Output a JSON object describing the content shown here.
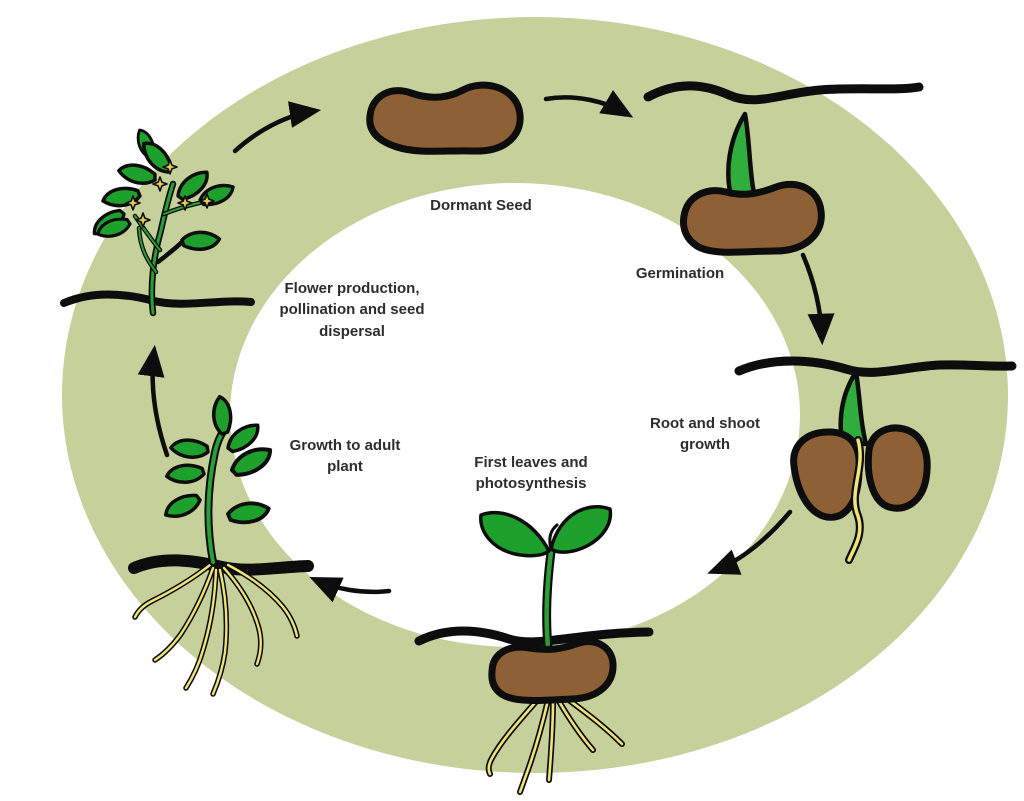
{
  "stages": [
    {
      "id": "dormant-seed",
      "label": "Dormant Seed"
    },
    {
      "id": "germination",
      "label": "Germination"
    },
    {
      "id": "root-shoot",
      "label": "Root and shoot growth"
    },
    {
      "id": "first-leaves",
      "label": "First leaves and photosynthesis"
    },
    {
      "id": "adult-plant",
      "label": "Growth to adult plant"
    },
    {
      "id": "flower",
      "label": "Flower production, pollination and seed dispersal"
    }
  ],
  "colors": {
    "background": "#ffffff",
    "ring_green": "#c5d09b",
    "seed_brown": "#8e6036",
    "shoot_green": "#2fae3e",
    "stem_green": "#2b9e35",
    "leaf_green": "#1ea12c",
    "root_yellow": "#efe37a",
    "flower_yellow": "#e7c94e",
    "outline_black": "#0d0d0d",
    "label_text": "#2d2d2d"
  }
}
